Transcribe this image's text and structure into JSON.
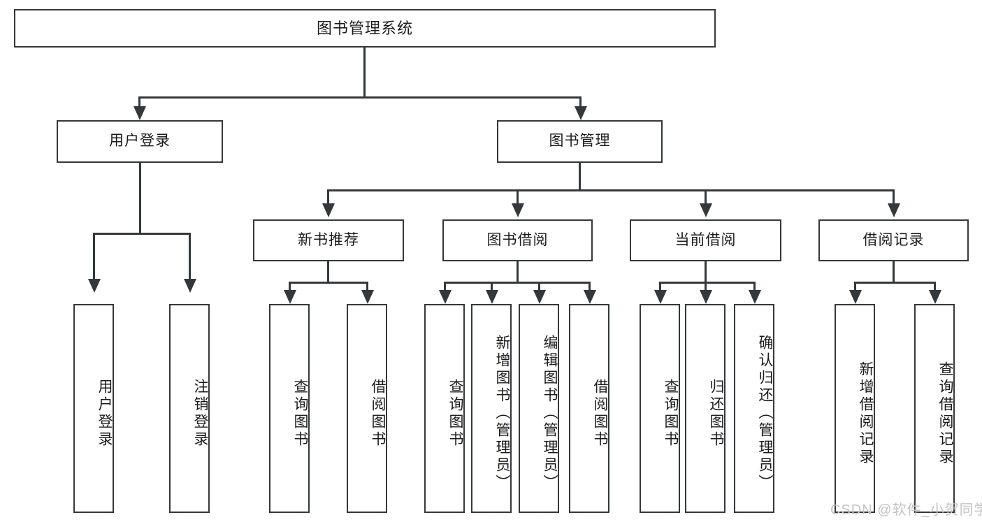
{
  "diagram": {
    "title": "图书管理系统",
    "type": "hierarchy-tree",
    "watermark": "CSDN @软件_小贺同学",
    "colors": {
      "stroke": "#33383c",
      "fill": "#ffffff",
      "text": "#1b1b1b",
      "watermark": "#c3c3c3"
    },
    "levels": {
      "level0": [
        {
          "id": "root",
          "label": "图书管理系统"
        }
      ],
      "level1": [
        {
          "id": "user-login",
          "label": "用户登录"
        },
        {
          "id": "book-manage",
          "label": "图书管理"
        }
      ],
      "level2": [
        {
          "id": "new-book-recommend",
          "label": "新书推荐",
          "parent": "book-manage"
        },
        {
          "id": "book-borrow",
          "label": "图书借阅",
          "parent": "book-manage"
        },
        {
          "id": "current-borrow",
          "label": "当前借阅",
          "parent": "book-manage"
        },
        {
          "id": "borrow-record",
          "label": "借阅记录",
          "parent": "book-manage"
        }
      ],
      "level3": [
        {
          "id": "leaf-user-login",
          "label": "用户登录",
          "parent": "user-login"
        },
        {
          "id": "leaf-logout-login",
          "label": "注销登录",
          "parent": "user-login"
        },
        {
          "id": "leaf-query-book-1",
          "label": "查询图书",
          "parent": "new-book-recommend"
        },
        {
          "id": "leaf-borrow-book-1",
          "label": "借阅图书",
          "parent": "new-book-recommend"
        },
        {
          "id": "leaf-query-book-2",
          "label": "查询图书",
          "parent": "book-borrow"
        },
        {
          "id": "leaf-add-book",
          "label": "新增图书（管理员）",
          "parent": "book-borrow"
        },
        {
          "id": "leaf-edit-book",
          "label": "编辑图书（管理员）",
          "parent": "book-borrow"
        },
        {
          "id": "leaf-borrow-book-2",
          "label": "借阅图书",
          "parent": "book-borrow"
        },
        {
          "id": "leaf-query-book-3",
          "label": "查询图书",
          "parent": "current-borrow"
        },
        {
          "id": "leaf-return-book",
          "label": "归还图书",
          "parent": "current-borrow"
        },
        {
          "id": "leaf-confirm-return",
          "label": "确认归还（管理员）",
          "parent": "current-borrow"
        },
        {
          "id": "leaf-add-record",
          "label": "新增借阅记录",
          "parent": "borrow-record"
        },
        {
          "id": "leaf-query-record",
          "label": "查询借阅记录",
          "parent": "borrow-record"
        }
      ]
    }
  }
}
